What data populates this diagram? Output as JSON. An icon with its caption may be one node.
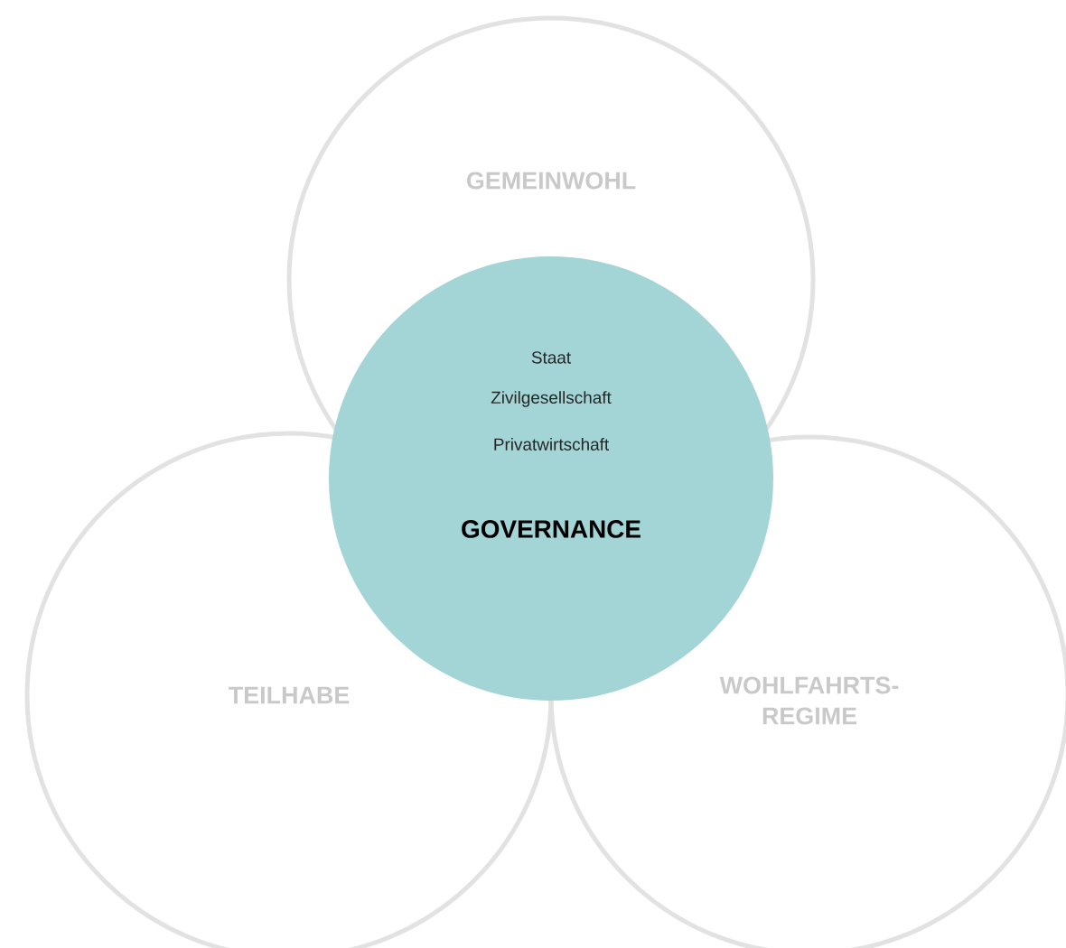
{
  "diagram": {
    "nodes": [
      {
        "text": [
          "GEMEINWOHL"
        ]
      },
      {
        "text": [
          "TEILHABE"
        ]
      },
      {
        "text": [
          "WOHLFAHRTS-REGIME"
        ]
      },
      {
        "text": [
          "Staat",
          "Zivilgesellschaft",
          "Privatwirtschaft",
          "GOVERNANCE"
        ]
      }
    ]
  }
}
